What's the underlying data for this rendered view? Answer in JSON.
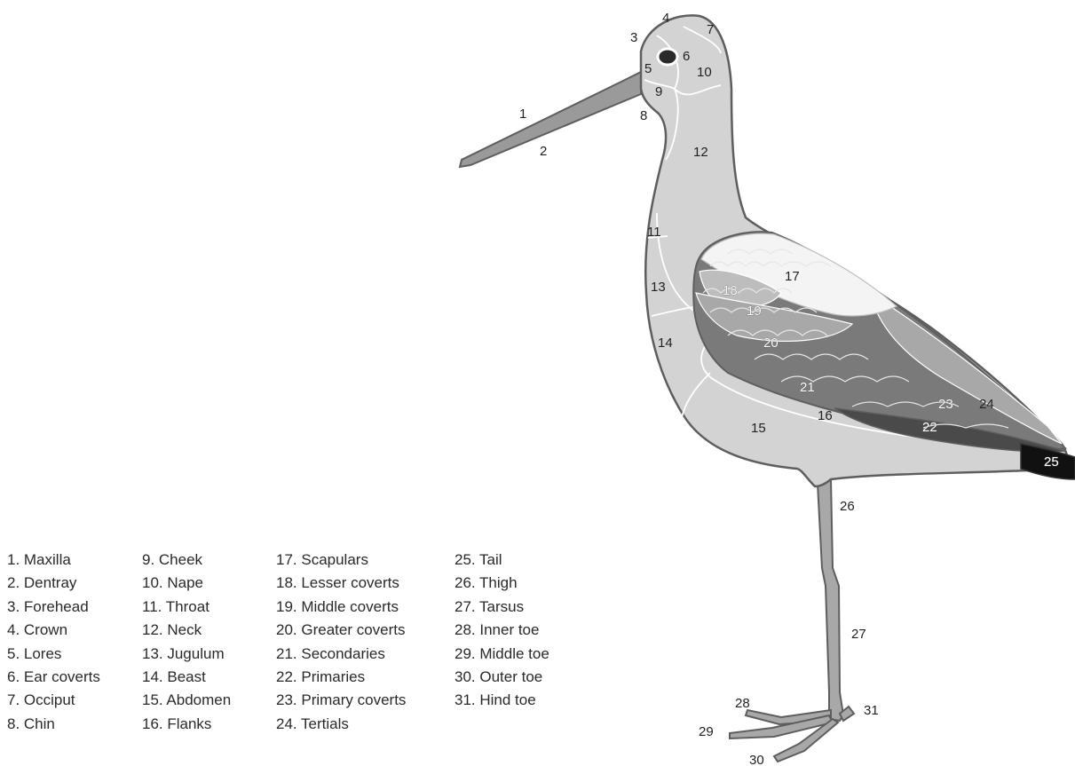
{
  "labels": [
    "1",
    "2",
    "3",
    "4",
    "5",
    "6",
    "7",
    "8",
    "9",
    "10",
    "11",
    "12",
    "13",
    "14",
    "15",
    "16",
    "17",
    "18",
    "19",
    "20",
    "21",
    "22",
    "23",
    "24",
    "25",
    "26",
    "27",
    "28",
    "29",
    "30",
    "31"
  ],
  "legend": [
    [
      "1. Maxilla",
      "2. Dentray",
      "3. Forehead",
      "4. Crown",
      "5. Lores",
      "6. Ear coverts",
      "7. Occiput",
      "8. Chin"
    ],
    [
      "9. Cheek",
      "10. Nape",
      "11. Throat",
      "12. Neck",
      "13. Jugulum",
      "14. Beast",
      "15. Abdomen",
      "16. Flanks"
    ],
    [
      "17. Scapulars",
      "18. Lesser coverts",
      "19. Middle coverts",
      "20. Greater coverts",
      "21. Secondaries",
      "22. Primaries",
      "23. Primary coverts",
      "24. Tertials"
    ],
    [
      "25. Tail",
      "26. Thigh",
      "27. Tarsus",
      "28. Inner toe",
      "29. Middle toe",
      "30. Outer toe",
      "31. Hind toe"
    ]
  ],
  "colors": {
    "body": "#d3d3d3",
    "outline": "#5e5e5e",
    "beak": "#9a9a9a",
    "wing_light": "#f4f4f4",
    "wing_mid": "#a8a8a8",
    "wing_dark": "#7a7a7a",
    "primaries": "#4a4a4a",
    "tail": "#111111",
    "eye": "#2a2a2a"
  }
}
